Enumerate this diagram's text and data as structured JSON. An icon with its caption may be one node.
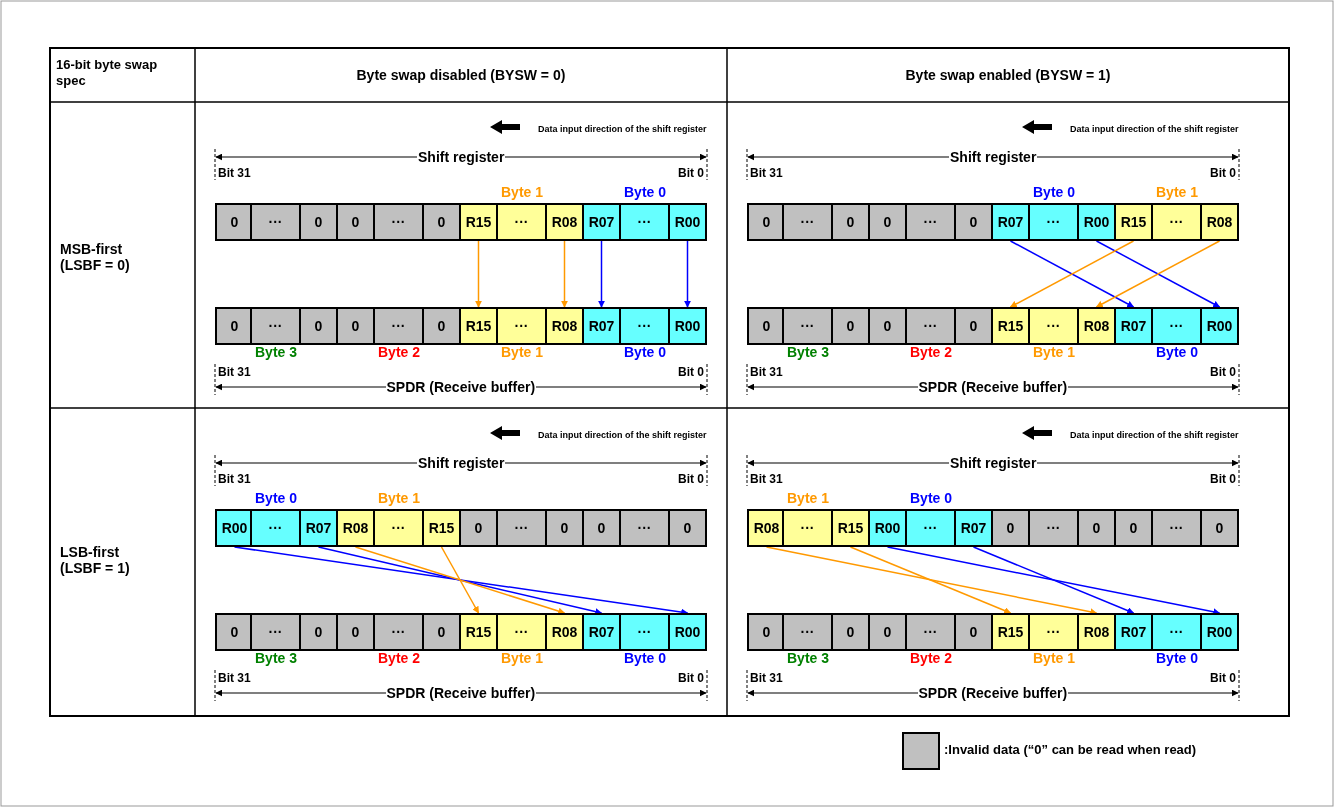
{
  "diagram": {
    "nodes": [
      {
        "text": [
          "0"
        ]
      },
      {
        "text": [
          "···"
        ]
      },
      {
        "text": [
          "0"
        ]
      },
      {
        "text": [
          "0"
        ]
      },
      {
        "text": [
          "···"
        ]
      },
      {
        "text": [
          "0"
        ]
      },
      {
        "text": [
          "R15"
        ]
      },
      {
        "text": [
          "···"
        ]
      },
      {
        "text": [
          "R08"
        ]
      },
      {
        "text": [
          "R07"
        ]
      },
      {
        "text": [
          "···"
        ]
      },
      {
        "text": [
          "R00"
        ]
      },
      {
        "text": [
          "0"
        ]
      },
      {
        "text": [
          "···"
        ]
      },
      {
        "text": [
          "0"
        ]
      },
      {
        "text": [
          "0"
        ]
      },
      {
        "text": [
          "···"
        ]
      },
      {
        "text": [
          "0"
        ]
      },
      {
        "text": [
          "R15"
        ]
      },
      {
        "text": [
          "···"
        ]
      },
      {
        "text": [
          "R08"
        ]
      },
      {
        "text": [
          "R07"
        ]
      },
      {
        "text": [
          "···"
        ]
      },
      {
        "text": [
          "R00"
        ]
      },
      {
        "text": [
          "0"
        ]
      },
      {
        "text": [
          "···"
        ]
      },
      {
        "text": [
          "0"
        ]
      },
      {
        "text": [
          "0"
        ]
      },
      {
        "text": [
          "···"
        ]
      },
      {
        "text": [
          "0"
        ]
      },
      {
        "text": [
          "R07"
        ]
      },
      {
        "text": [
          "···"
        ]
      },
      {
        "text": [
          "R00"
        ]
      },
      {
        "text": [
          "R15"
        ]
      },
      {
        "text": [
          "···"
        ]
      },
      {
        "text": [
          "R08"
        ]
      },
      {
        "text": [
          "0"
        ]
      },
      {
        "text": [
          "···"
        ]
      },
      {
        "text": [
          "0"
        ]
      },
      {
        "text": [
          "0"
        ]
      },
      {
        "text": [
          "···"
        ]
      },
      {
        "text": [
          "0"
        ]
      },
      {
        "text": [
          "R15"
        ]
      },
      {
        "text": [
          "···"
        ]
      },
      {
        "text": [
          "R08"
        ]
      },
      {
        "text": [
          "R07"
        ]
      },
      {
        "text": [
          "···"
        ]
      },
      {
        "text": [
          "R00"
        ]
      },
      {
        "text": [
          "R00"
        ]
      },
      {
        "text": [
          "···"
        ]
      },
      {
        "text": [
          "R07"
        ]
      },
      {
        "text": [
          "R08"
        ]
      },
      {
        "text": [
          "···"
        ]
      },
      {
        "text": [
          "R15"
        ]
      },
      {
        "text": [
          "0"
        ]
      },
      {
        "text": [
          "···"
        ]
      },
      {
        "text": [
          "0"
        ]
      },
      {
        "text": [
          "0"
        ]
      },
      {
        "text": [
          "···"
        ]
      },
      {
        "text": [
          "0"
        ]
      },
      {
        "text": [
          "0"
        ]
      },
      {
        "text": [
          "···"
        ]
      },
      {
        "text": [
          "0"
        ]
      },
      {
        "text": [
          "0"
        ]
      },
      {
        "text": [
          "···"
        ]
      },
      {
        "text": [
          "0"
        ]
      },
      {
        "text": [
          "R15"
        ]
      },
      {
        "text": [
          "···"
        ]
      },
      {
        "text": [
          "R08"
        ]
      },
      {
        "text": [
          "R07"
        ]
      },
      {
        "text": [
          "···"
        ]
      },
      {
        "text": [
          "R00"
        ]
      },
      {
        "text": [
          "R08"
        ]
      },
      {
        "text": [
          "···"
        ]
      },
      {
        "text": [
          "R15"
        ]
      },
      {
        "text": [
          "R00"
        ]
      },
      {
        "text": [
          "···"
        ]
      },
      {
        "text": [
          "R07"
        ]
      },
      {
        "text": [
          "0"
        ]
      },
      {
        "text": [
          "···"
        ]
      },
      {
        "text": [
          "0"
        ]
      },
      {
        "text": [
          "0"
        ]
      },
      {
        "text": [
          "···"
        ]
      },
      {
        "text": [
          "0"
        ]
      },
      {
        "text": [
          "0"
        ]
      },
      {
        "text": [
          "···"
        ]
      },
      {
        "text": [
          "0"
        ]
      },
      {
        "text": [
          "0"
        ]
      },
      {
        "text": [
          "···"
        ]
      },
      {
        "text": [
          "0"
        ]
      },
      {
        "text": [
          "R15"
        ]
      },
      {
        "text": [
          "···"
        ]
      },
      {
        "text": [
          "R08"
        ]
      },
      {
        "text": [
          "R07"
        ]
      },
      {
        "text": [
          "···"
        ]
      },
      {
        "text": [
          "R00"
        ]
      }
    ],
    "edges": [
      {
        "from": 6,
        "to": 18,
        "arrow": "to",
        "color": "#ff9900"
      },
      {
        "from": 8,
        "to": 20,
        "arrow": "to",
        "color": "#ff9900"
      },
      {
        "from": 9,
        "to": 21,
        "arrow": "to",
        "color": "#0000ff"
      },
      {
        "from": 11,
        "to": 23,
        "arrow": "to",
        "color": "#0000ff"
      },
      {
        "from": 30,
        "to": 45,
        "arrow": "to",
        "color": "#0000ff"
      },
      {
        "from": 32,
        "to": 47,
        "arrow": "to",
        "color": "#0000ff"
      },
      {
        "from": 33,
        "to": 42,
        "arrow": "to",
        "color": "#ff9900"
      },
      {
        "from": 35,
        "to": 44,
        "arrow": "to",
        "color": "#ff9900"
      },
      {
        "from": 48,
        "to": 71,
        "arrow": "to",
        "color": "#0000ff"
      },
      {
        "from": 50,
        "to": 69,
        "arrow": "to",
        "color": "#0000ff"
      },
      {
        "from": 51,
        "to": 68,
        "arrow": "to",
        "color": "#ff9900"
      },
      {
        "from": 53,
        "to": 66,
        "arrow": "to",
        "color": "#ff9900"
      },
      {
        "from": 72,
        "to": 92,
        "arrow": "to",
        "color": "#ff9900"
      },
      {
        "from": 74,
        "to": 90,
        "arrow": "to",
        "color": "#ff9900"
      },
      {
        "from": 75,
        "to": 95,
        "arrow": "to",
        "color": "#0000ff"
      },
      {
        "from": 77,
        "to": 93,
        "arrow": "to",
        "color": "#0000ff"
      }
    ],
    "labels": [
      "16-bit byte swap spec",
      "Byte swap disabled (BYSW = 0)",
      "Byte swap enabled (BYSW = 1)",
      "MSB-first (LSBF = 0)",
      "Data input direction of the shift register",
      "Shift register",
      "Bit 31",
      "Bit 0",
      "Byte 1",
      "Byte 0",
      "Byte 3",
      "Byte 2",
      "Byte 1",
      "Byte 0",
      "Bit 31",
      "Bit 0",
      "SPDR (Receive buffer)",
      "Data input direction of the shift register",
      "Shift register",
      "Bit 31",
      "Bit 0",
      "Byte 0",
      "Byte 1",
      "Byte 3",
      "Byte 2",
      "Byte 1",
      "Byte 0",
      "Bit 31",
      "Bit 0",
      "SPDR (Receive buffer)",
      "LSB-first (LSBF = 1)",
      "Data input direction of the shift register",
      "Shift register",
      "Bit 31",
      "Bit 0",
      "Byte 0",
      "Byte 1",
      "Byte 3",
      "Byte 2",
      "Byte 1",
      "Byte 0",
      "Bit 31",
      "Bit 0",
      "SPDR (Receive buffer)",
      "Data input direction of the shift register",
      "Shift register",
      "Bit 31",
      "Bit 0",
      "Byte 1",
      "Byte 0",
      "Byte 3",
      "Byte 2",
      "Byte 1",
      "Byte 0",
      "Bit 31",
      "Bit 0",
      "SPDR (Receive buffer)"
    ],
    "legend": [
      {
        "text": ":Invalid data (“0” can be read when read)",
        "color": "#c0c0c0"
      }
    ]
  }
}
